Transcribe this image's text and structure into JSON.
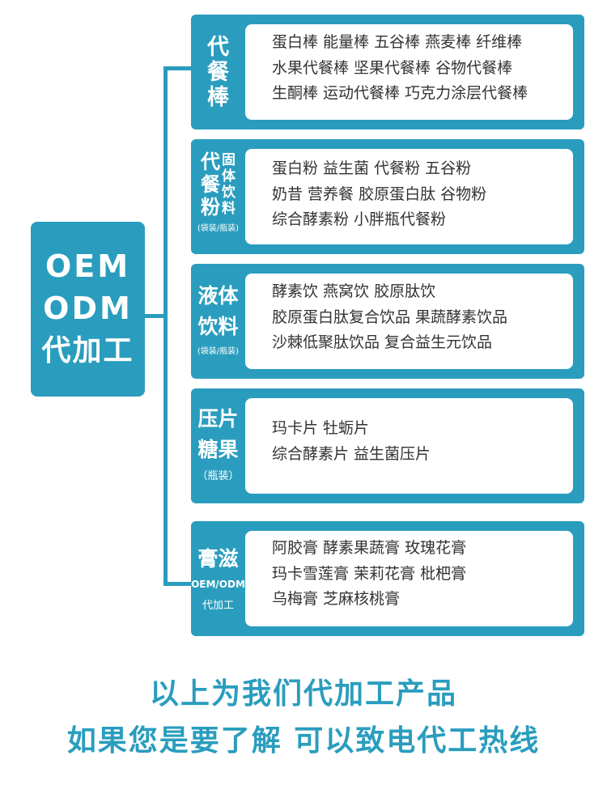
{
  "root": {
    "line1": "OEM",
    "line2": "ODM",
    "line3": "代加工"
  },
  "categories": [
    {
      "label": [
        "代",
        "餐",
        "棒"
      ],
      "rows": [
        "蛋白棒  能量棒  五谷棒  燕麦棒  纤维棒",
        "水果代餐棒  坚果代餐棒  谷物代餐棒",
        "生酮棒  运动代餐棒  巧克力涂层代餐棒"
      ]
    },
    {
      "label_main": [
        "代",
        "餐",
        "粉"
      ],
      "label_side": [
        "固",
        "体",
        "饮",
        "料"
      ],
      "label_note": "(袋装/瓶装)",
      "rows": [
        "蛋白粉  益生菌  代餐粉  五谷粉",
        "奶昔  营养餐  胶原蛋白肽  谷物粉",
        "综合酵素粉  小胖瓶代餐粉"
      ]
    },
    {
      "label": [
        "液体",
        "饮料"
      ],
      "label_note": "(袋装/瓶装)",
      "rows": [
        "酵素饮  燕窝饮  胶原肽饮",
        "胶原蛋白肽复合饮品  果蔬酵素饮品",
        "沙棘低聚肽饮品  复合益生元饮品"
      ]
    },
    {
      "label": [
        "压片",
        "糖果"
      ],
      "label_note": "（瓶装）",
      "rows": [
        "玛卡片    牡蛎片",
        "综合酵素片    益生菌压片"
      ]
    },
    {
      "label": [
        "膏滋"
      ],
      "label_sub1": "OEM/ODM",
      "label_sub2": "代加工",
      "rows": [
        "阿胶膏    酵素果蔬膏 玫瑰花膏",
        "玛卡雪莲膏  茉莉花膏  枇杷膏",
        "乌梅膏  芝麻核桃膏"
      ]
    }
  ],
  "footer": {
    "line1": "以上为我们代加工产品",
    "line2": "如果您是要了解  可以致电代工热线"
  },
  "colors": {
    "accent": "#2a9dbe",
    "text": "#333333",
    "background": "#ffffff"
  }
}
